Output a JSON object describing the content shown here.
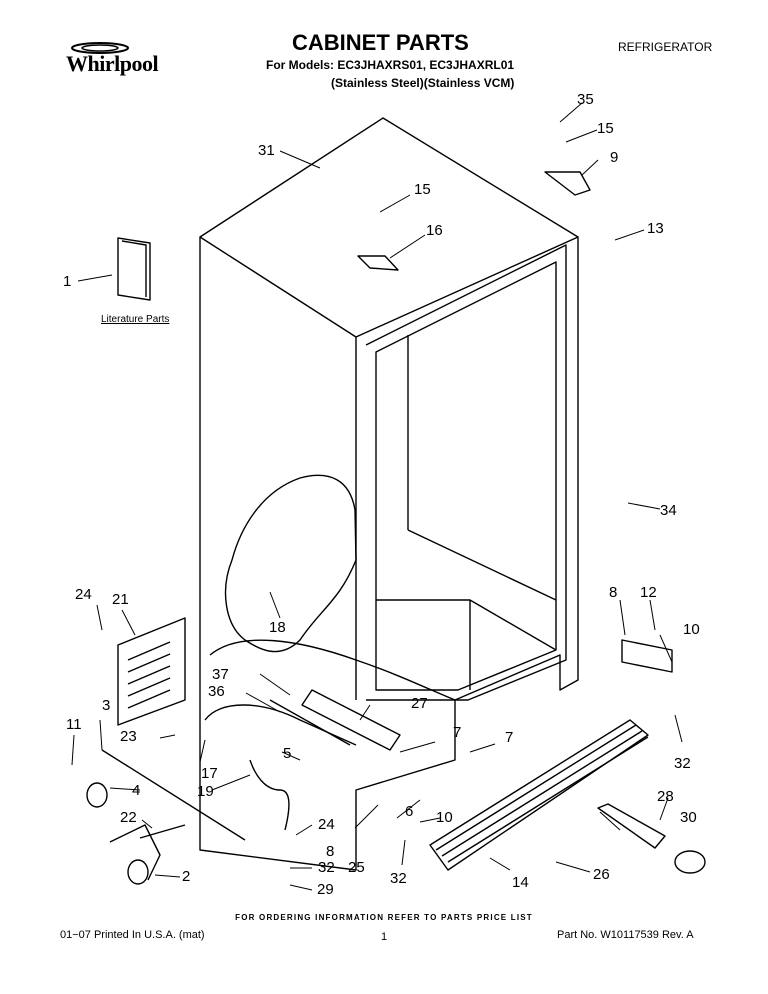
{
  "header": {
    "brand": "Whirlpool",
    "title": "CABINET PARTS",
    "models": "For Models: EC3JHAXRS01, EC3JHAXRL01",
    "finishes": "(Stainless Steel)(Stainless VCM)",
    "category": "REFRIGERATOR"
  },
  "diagram": {
    "literature_label": "Literature Parts",
    "callouts": [
      "1",
      "2",
      "3",
      "4",
      "5",
      "6",
      "7",
      "7",
      "8",
      "8",
      "9",
      "10",
      "10",
      "11",
      "12",
      "13",
      "14",
      "15",
      "15",
      "16",
      "17",
      "18",
      "19",
      "21",
      "22",
      "23",
      "24",
      "24",
      "25",
      "26",
      "27",
      "28",
      "29",
      "30",
      "31",
      "32",
      "32",
      "32",
      "34",
      "35",
      "36",
      "37"
    ]
  },
  "footer": {
    "ordering_note": "FOR ORDERING INFORMATION REFER TO PARTS PRICE LIST",
    "printed": "01−07 Printed In U.S.A. (mat)",
    "page": "1",
    "part_number": "Part No. W10117539 Rev. A"
  }
}
